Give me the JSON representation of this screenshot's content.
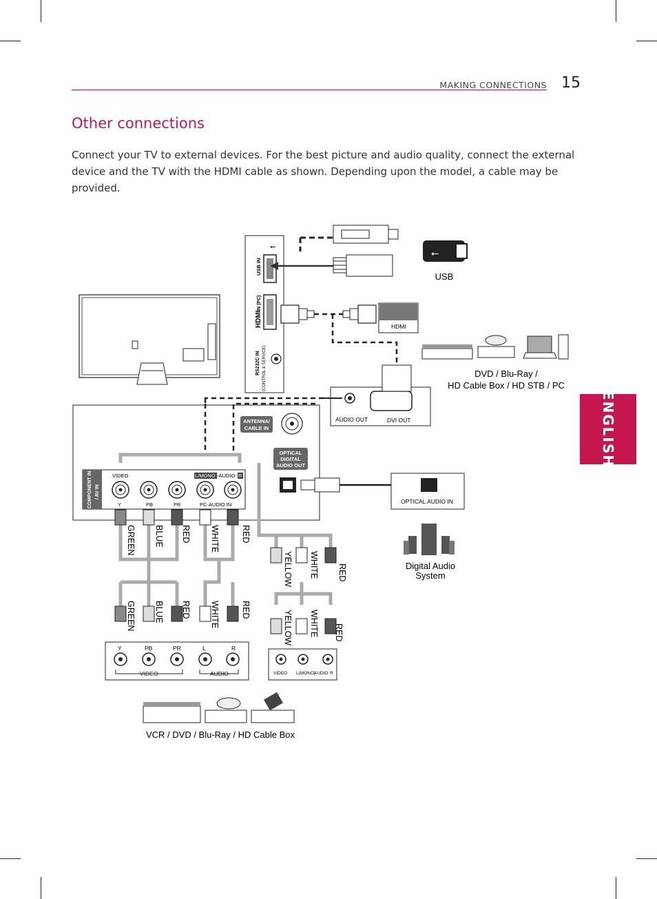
{
  "header": {
    "section": "MAKING CONNECTIONS",
    "page_number": "15"
  },
  "title": "Other connections",
  "intro": "Connect your TV to external devices. For the best picture and audio quality, connect the external device and the TV with the HDMI cable as shown. Depending upon the model, a cable may be provided.",
  "language_tab": "ENGLISH",
  "diagram": {
    "tv_ports": {
      "usb_in": "USB IN",
      "hdmi_in": "IN (PC)",
      "hdmi_logo": "HDMI",
      "rs232c_line1": "RS232C IN",
      "rs232c_line2": "(CONTROL & SERVICE)",
      "antenna_line1": "ANTENNA/",
      "antenna_line2": "CABLE IN",
      "optical_line1": "OPTICAL",
      "optical_line2": "DIGITAL",
      "optical_line3": "AUDIO OUT",
      "component_line1": "COMPONENT IN",
      "component_line2": "/ AV IN",
      "video": "VIDEO",
      "audio_mono": "L/MONO",
      "audio_word": "-AUDIO-",
      "audio_r": "R",
      "y": "Y",
      "pb": "PB",
      "pr": "PR",
      "pc_audio": "PC-AUDIO IN"
    },
    "devices": {
      "usb": "USB",
      "hdmi_label": "HDMI",
      "pc_audio_out": "AUDIO OUT",
      "pc_dvi_out": "DVI OUT",
      "hdmi_devices_line1": "DVD / Blu-Ray /",
      "hdmi_devices_line2": "HD Cable Box / HD STB / PC",
      "optical_audio_in": "OPTICAL AUDIO IN",
      "audio_system_line1": "Digital Audio",
      "audio_system_line2": "System",
      "component_devices": "VCR / DVD / Blu-Ray / HD Cable Box"
    },
    "cable_colors": {
      "green": "GREEN",
      "blue": "BLUE",
      "red": "RED",
      "white": "WHITE",
      "yellow": "YELLOW"
    },
    "component_device_ports": {
      "y": "Y",
      "pb": "PB",
      "pr": "PR",
      "l": "L",
      "r": "R",
      "video": "VIDEO",
      "audio": "AUDIO"
    },
    "av_device_ports": {
      "video": "VIDEO",
      "l_mono": "L(MONO)",
      "audio": "AUDIO",
      "r": "R"
    }
  }
}
